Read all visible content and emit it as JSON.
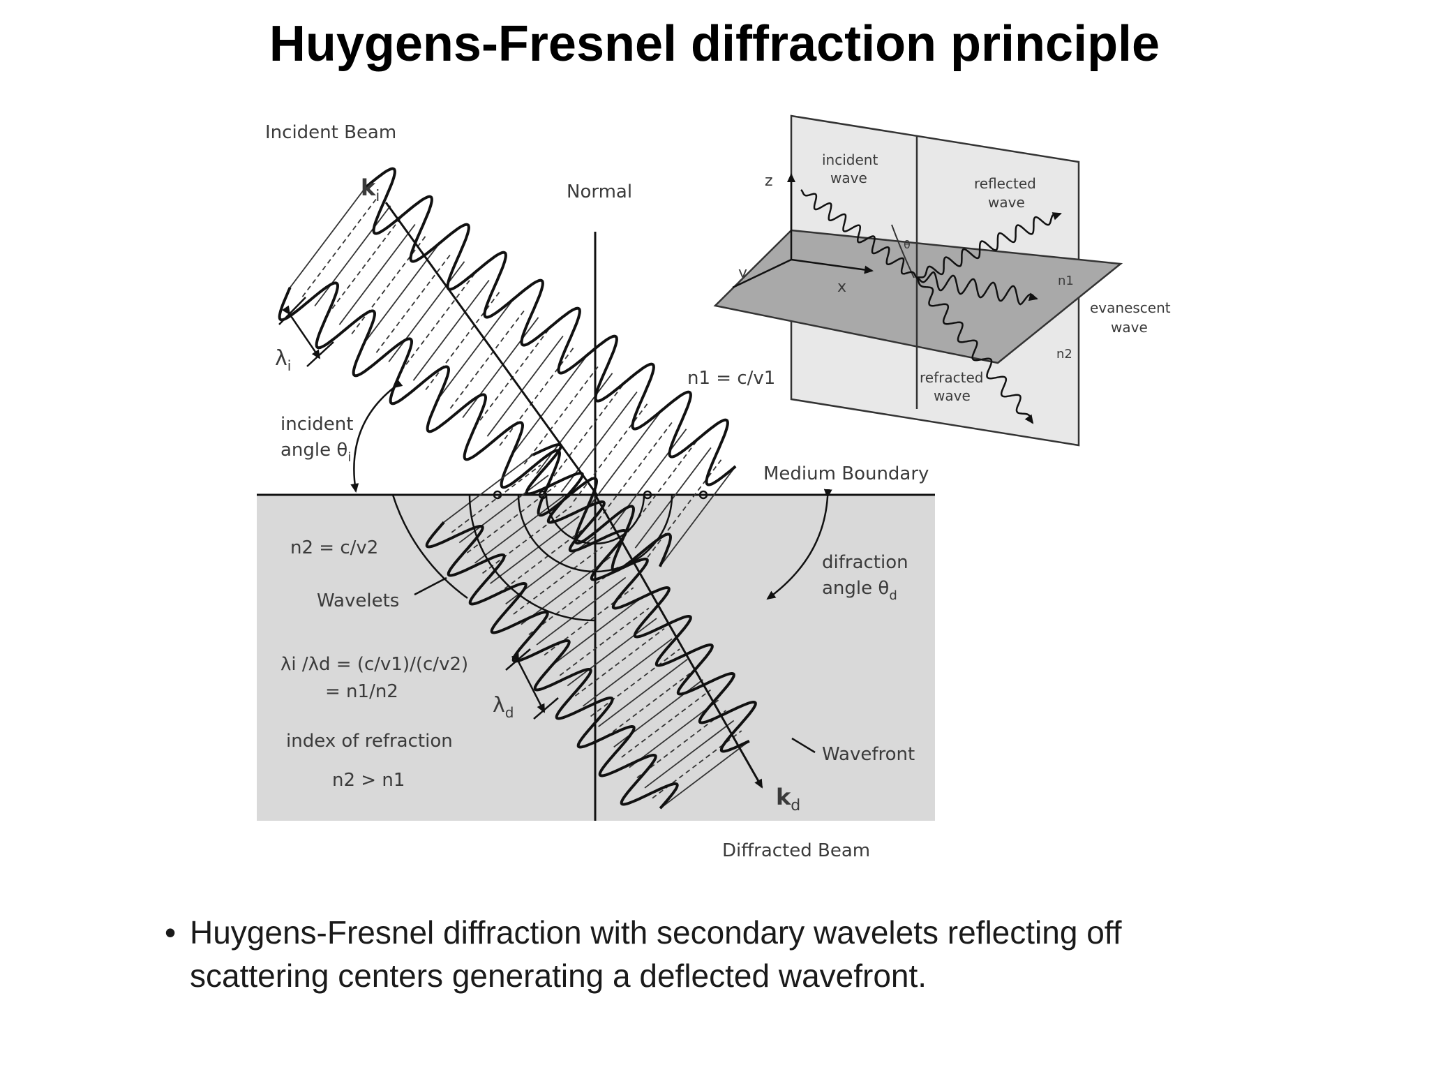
{
  "slide": {
    "title": "Huygens-Fresnel diffraction principle",
    "bullet_symbol": "•",
    "bullet_text": "Huygens-Fresnel diffraction with secondary wavelets reflecting off scattering centers generating a deflected wavefront."
  },
  "diagram": {
    "incident_beam": "Incident Beam",
    "k_i": "k",
    "k_i_sub": "i",
    "normal": "Normal",
    "lambda_i": "λ",
    "lambda_i_sub": "i",
    "incident_angle_line1": "incident",
    "incident_angle_line2": "angle θ",
    "incident_angle_sub": "i",
    "n1_eq": "n1 = c/v1",
    "medium_boundary": "Medium Boundary",
    "n2_eq": "n2 = c/v2",
    "wavelets": "Wavelets",
    "ratio_line1": "λi /λd = (c/v1)/(c/v2)",
    "ratio_line2": "= n1/n2",
    "index_of_refraction": "index of refraction",
    "n2_gt_n1": "n2 > n1",
    "lambda_d": "λ",
    "lambda_d_sub": "d",
    "diffraction_angle_line1": "difraction",
    "diffraction_angle_line2": "angle θ",
    "diffraction_angle_sub": "d",
    "wavefront": "Wavefront",
    "k_d": "k",
    "k_d_sub": "d",
    "diffracted_beam": "Diffracted Beam"
  },
  "inset": {
    "z": "z",
    "y": "y",
    "x": "x",
    "theta": "θ",
    "incident_wave_line1": "incident",
    "incident_wave_line2": "wave",
    "reflected_wave_line1": "reflected",
    "reflected_wave_line2": "wave",
    "n1": "n1",
    "n2": "n2",
    "evanescent_line1": "evanescent",
    "evanescent_line2": "wave",
    "refracted_line1": "refracted",
    "refracted_line2": "wave"
  }
}
